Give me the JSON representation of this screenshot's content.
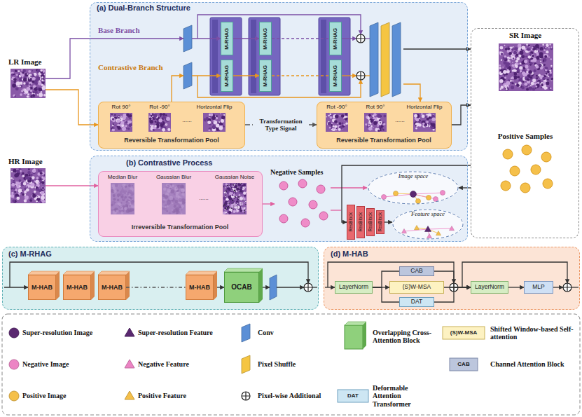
{
  "diagram": {
    "nodes": [
      {
        "text": [
          "(a) Dual-Branch Structure"
        ]
      },
      {
        "text": [
          "M-RHAG"
        ],
        "in": 0
      },
      {
        "text": [
          "M-RHAG"
        ],
        "in": 0
      },
      {
        "text": [
          "M-RHAG"
        ],
        "in": 0
      },
      {
        "text": [
          "M-RHAG"
        ],
        "in": 0
      },
      {
        "text": [
          "M-RHAG"
        ],
        "in": 0
      },
      {
        "text": [
          "M-RHAG"
        ],
        "in": 0
      },
      {
        "text": [
          "Rot 90°",
          "Rot -90°",
          "......",
          "Horizontal Flip",
          "Reversible Transformation Pool"
        ],
        "in": 0
      },
      {
        "text": [
          "Rot -90°",
          "Rot 90°",
          "......",
          "Horizontal Flip",
          "Reversible Transformation Pool"
        ],
        "in": 0
      },
      {
        "text": [
          "SR Image",
          "Positive Samples"
        ]
      },
      {
        "text": [
          "(b) Contrastive Process"
        ]
      },
      {
        "text": [
          "Median Blur",
          "Gaussian Blur",
          "......",
          "Gaussian Noise",
          "Irreversible Transformation Pool"
        ],
        "in": 10
      },
      {
        "text": [
          "Image space"
        ],
        "in": 10
      },
      {
        "text": [
          "ResBlock"
        ],
        "in": 10
      },
      {
        "text": [
          "ResBlock"
        ],
        "in": 10
      },
      {
        "text": [
          "ResBlock"
        ],
        "in": 10
      },
      {
        "text": [
          "ResBlock"
        ],
        "in": 10
      },
      {
        "text": [
          "Feature space"
        ],
        "in": 10
      },
      {
        "text": [
          "(c) M-RHAG"
        ]
      },
      {
        "text": [
          "M-HAB"
        ],
        "in": 18
      },
      {
        "text": [
          "M-HAB"
        ],
        "in": 18
      },
      {
        "text": [
          "M-HAB"
        ],
        "in": 18
      },
      {
        "text": [
          "M-HAB"
        ],
        "in": 18
      },
      {
        "text": [
          "OCAB"
        ],
        "in": 18
      },
      {
        "text": [
          "(d) M-HAB"
        ]
      },
      {
        "text": [
          "LayerNorm"
        ],
        "in": 24
      },
      {
        "text": [
          "CAB"
        ],
        "in": 24
      },
      {
        "text": [
          "(S)W-MSA"
        ],
        "in": 24
      },
      {
        "text": [
          "DAT"
        ],
        "in": 24
      },
      {
        "text": [
          "LayerNorm"
        ],
        "in": 24
      },
      {
        "text": [
          "MLP"
        ],
        "in": 24
      }
    ],
    "edges": [
      {
        "from": 1,
        "to": 3,
        "arrow": "to"
      },
      {
        "from": 3,
        "to": 5,
        "arrow": "none"
      },
      {
        "from": 2,
        "to": 4,
        "arrow": "to"
      },
      {
        "from": 4,
        "to": 6,
        "arrow": "none"
      },
      {
        "from": 7,
        "to": 8,
        "label": "Transformation Type Signal",
        "arrow": "to"
      },
      {
        "from": 8,
        "to": 9,
        "arrow": "to"
      },
      {
        "from": 9,
        "to": 12,
        "arrow": "to"
      },
      {
        "from": 9,
        "to": 13,
        "arrow": "to"
      },
      {
        "from": 16,
        "to": 17,
        "arrow": "to"
      },
      {
        "from": 21,
        "to": 22,
        "arrow": "none"
      },
      {
        "from": 25,
        "to": 26,
        "arrow": "none"
      },
      {
        "from": 25,
        "to": 27,
        "arrow": "to"
      },
      {
        "from": 25,
        "to": 28,
        "arrow": "none"
      },
      {
        "from": 26,
        "to": 29,
        "arrow": "to"
      },
      {
        "from": 27,
        "to": 29,
        "arrow": "to"
      },
      {
        "from": 28,
        "to": 29,
        "arrow": "to"
      },
      {
        "from": 29,
        "to": 30,
        "arrow": "to"
      }
    ],
    "labels": [
      "Base Branch",
      "Contrastive Branch",
      "LR Image",
      "HR Image",
      "Negative Samples",
      "(S)W-MSA",
      "CAB",
      "DAT"
    ],
    "legend": [
      {
        "text": "Super-resolution Image"
      },
      {
        "text": "Negative Image"
      },
      {
        "text": "Positive Image"
      },
      {
        "text": "Super-resolution Feature"
      },
      {
        "text": "Negative Feature"
      },
      {
        "text": "Positive Feature"
      },
      {
        "text": "Conv"
      },
      {
        "text": "Pixel Shuffle"
      },
      {
        "text": "Pixel-wise Additional"
      },
      {
        "text": "Overlapping Cross-Attention Block"
      },
      {
        "text": "Deformable Attention Transformer"
      },
      {
        "text": "Shifted Window-based Self-attention"
      },
      {
        "text": "Channel Attention Block"
      }
    ]
  }
}
